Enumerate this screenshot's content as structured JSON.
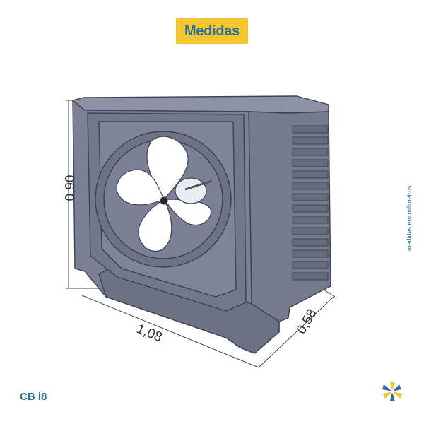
{
  "title": "Medidas",
  "side_note": "medidas em milimetros",
  "model": "CB i8",
  "dimensions": {
    "height": "0,90",
    "width": "1,08",
    "depth": "0,58"
  },
  "colors": {
    "badge": "#f5c72e",
    "brand_text": "#2a6f9a",
    "unit_body": "#7b8094",
    "fan": "#ffffff"
  },
  "icons": {
    "logo": "pinwheel-logo-icon"
  }
}
